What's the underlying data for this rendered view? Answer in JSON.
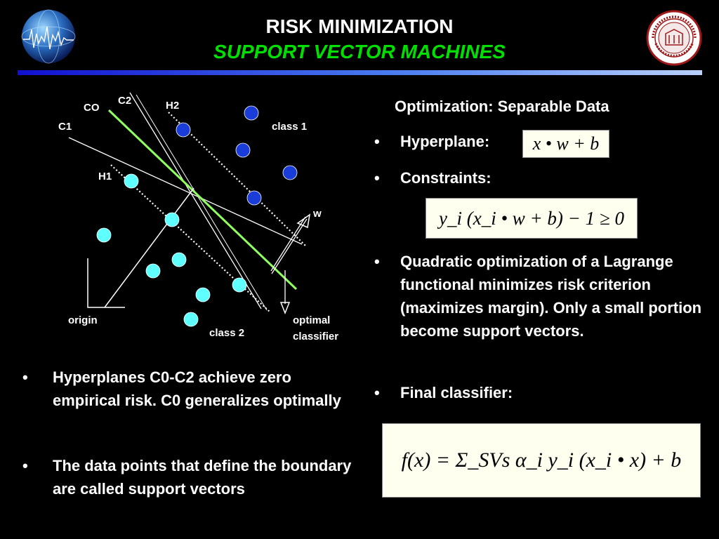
{
  "title": {
    "line1": "RISK MINIMIZATION",
    "line2": "SUPPORT VECTOR MACHINES"
  },
  "diagram": {
    "labels": {
      "c0": "CO",
      "c1": "C1",
      "c2": "C2",
      "h1": "H1",
      "h2": "H2",
      "class1": "class 1",
      "class2": "class 2",
      "w": "w",
      "origin": "origin",
      "optimal": "optimal",
      "classifier": "classifier"
    },
    "colors": {
      "class1_point": "#1a3cd8",
      "class2_point": "#60ffff",
      "optimal_line": "#90ff60"
    }
  },
  "left_bullets": [
    "Hyperplanes C0-C2 achieve zero empirical risk. C0 generalizes optimally",
    "The data points that define the boundary are called support vectors"
  ],
  "right": {
    "heading": "Optimization: Separable Data",
    "hyperplane_label": "Hyperplane:",
    "hyperplane_formula": "x • w + b",
    "constraints_label": "Constraints:",
    "constraint_formula": "y_i (x_i • w + b) − 1 ≥ 0",
    "quad_text": "Quadratic optimization of a Lagrange functional minimizes risk criterion (maximizes margin). Only a small portion become support vectors.",
    "final_label": "Final classifier:",
    "final_formula": "f(x) = Σ_SVs α_i y_i (x_i • x) + b"
  }
}
